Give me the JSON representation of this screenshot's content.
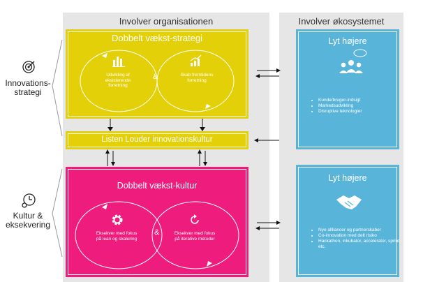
{
  "columns": {
    "left_title": "Involver organisationen",
    "right_title": "Involver økosystemet"
  },
  "side_labels": {
    "innovation": "Innovations-\nstrategi",
    "culture": "Kultur &\neksekvering"
  },
  "growth_strategy": {
    "title": "Dobbelt vækst-strategi",
    "left_text": "Udvikling af eksisterende forretning",
    "right_text": "Skab fremtidens forretning",
    "amp": "&"
  },
  "listen_louder": {
    "title": "Listen Louder innovationskultur"
  },
  "growth_culture": {
    "title": "Dobbelt vækst-kultur",
    "left_text": "Eksekver med fokus på lean og skalering",
    "right_text": "Eksekver med fokus på iterative metoder",
    "amp": "&"
  },
  "listen_top": {
    "title": "Lyt højere",
    "items": [
      "Kunde/bruger-indsigt",
      "Markedsudvikling",
      "Disruptive teknologier"
    ]
  },
  "listen_bottom": {
    "title": "Lyt højere",
    "items": [
      "Nye allliancer og partnerskaber",
      "Co-innovation med delt risiko",
      "Hackathon, inkubator, accelerator, sprint etc."
    ]
  },
  "colors": {
    "yellow": "#e3d008",
    "pink": "#ee1c7d",
    "blue": "#59b4da",
    "gray": "#e6e6e6"
  },
  "icons": [
    "target-icon",
    "clock-gear-icon",
    "bar-chart-icon",
    "growth-chart-icon",
    "people-group-icon",
    "handshake-icon",
    "gear-icon",
    "refresh-icon"
  ]
}
